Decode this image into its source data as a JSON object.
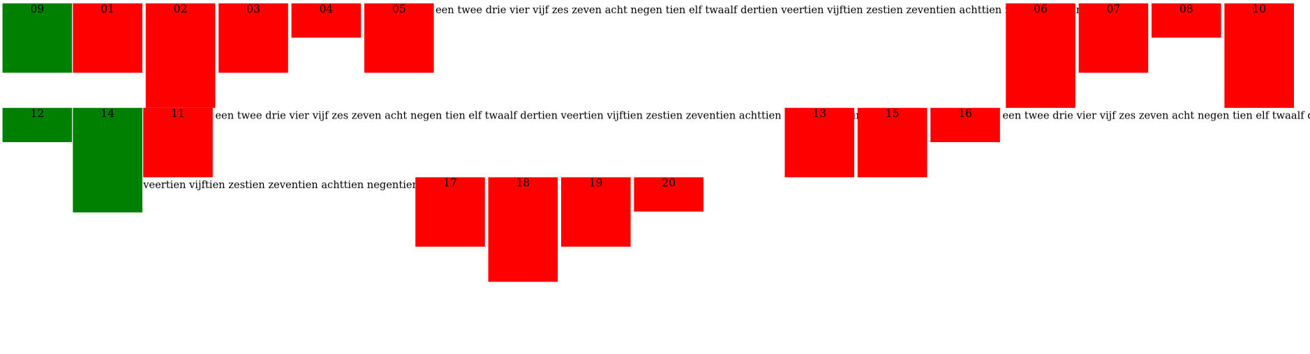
{
  "colors": {
    "red": "#ff0000",
    "green": "#008000",
    "background": "#ffffff"
  },
  "boxes": [
    {
      "label": "09",
      "color": "green"
    },
    {
      "label": "01",
      "color": "red"
    },
    {
      "label": "02",
      "color": "red"
    },
    {
      "label": "03",
      "color": "red"
    },
    {
      "label": "04",
      "color": "red"
    },
    {
      "label": "05",
      "color": "red"
    },
    {
      "label": "06",
      "color": "red"
    },
    {
      "label": "07",
      "color": "red"
    },
    {
      "label": "08",
      "color": "red"
    },
    {
      "label": "10",
      "color": "red"
    },
    {
      "label": "12",
      "color": "green"
    },
    {
      "label": "14",
      "color": "green"
    },
    {
      "label": "11",
      "color": "red"
    },
    {
      "label": "13",
      "color": "red"
    },
    {
      "label": "15",
      "color": "red"
    },
    {
      "label": "16",
      "color": "red"
    },
    {
      "label": "17",
      "color": "red"
    },
    {
      "label": "18",
      "color": "red"
    },
    {
      "label": "19",
      "color": "red"
    },
    {
      "label": "20",
      "color": "red"
    }
  ],
  "text_runs": [
    "een twee drie vier vijf zes zeven acht negen tien elf twaalf dertien veertien vijftien zestien zeventien achttien negentien twintig",
    "een twee drie vier vijf zes zeven acht negen tien elf twaalf dertien veertien vijftien zestien zeventien achttien negentien twintig",
    "een twee drie vier vijf zes zeven acht negen tien elf twaalf dertien",
    "veertien vijftien zestien zeventien achttien negentien twintig"
  ]
}
